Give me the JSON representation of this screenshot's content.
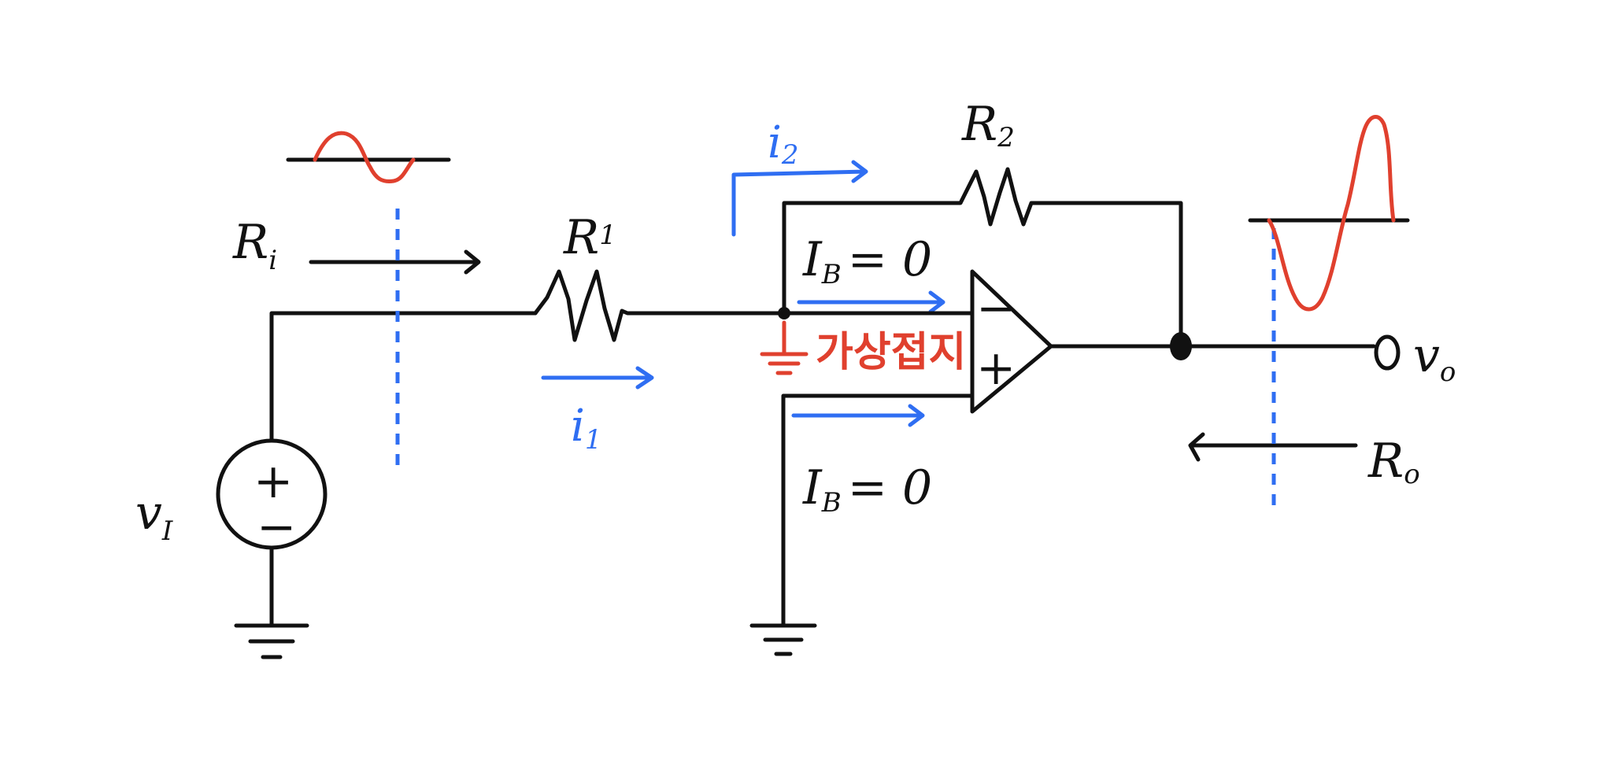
{
  "labels": {
    "vi_main": "v",
    "vi_sub": "I",
    "ri_main": "R",
    "ri_sub": "i",
    "r1_main": "R",
    "r1_sub": "1",
    "r2_main": "R",
    "r2_sub": "2",
    "i1_main": "i",
    "i1_sub": "1",
    "i2_main": "i",
    "i2_sub": "2",
    "ib_top_main": "I",
    "ib_top_sub": "B",
    "ib_top_value": "= 0",
    "ib_bottom_main": "I",
    "ib_bottom_sub": "B",
    "ib_bottom_value": "= 0",
    "virtual_ground": "가상접지",
    "vo_main": "v",
    "vo_sub": "o",
    "ro_main": "R",
    "ro_sub": "o",
    "opamp_minus": "−",
    "opamp_plus": "+",
    "source_plus": "+",
    "source_minus": "−"
  },
  "colors": {
    "wire": "#111111",
    "current_arrow": "#2f6ef2",
    "waveform": "#e0402e",
    "virtual_ground": "#e0402e"
  },
  "icons": {
    "source": "voltage-source-icon",
    "ground": "ground-icon",
    "resistor": "resistor-icon",
    "opamp": "opamp-triangle-icon"
  }
}
